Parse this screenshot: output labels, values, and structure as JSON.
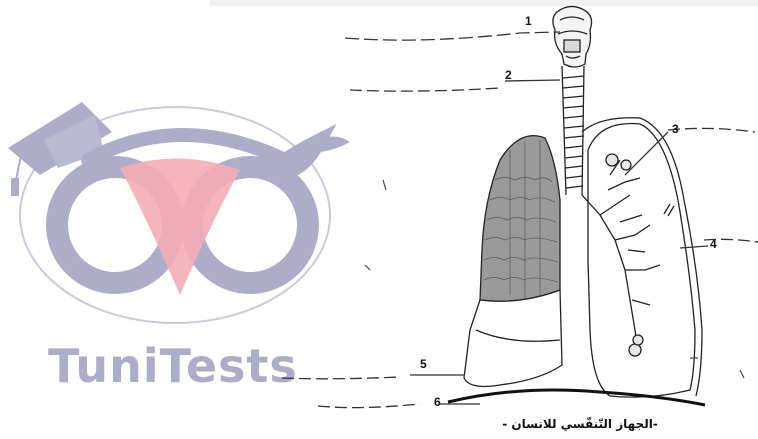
{
  "labels": [
    {
      "number": "1"
    },
    {
      "number": "2"
    },
    {
      "number": "3"
    },
    {
      "number": "4"
    },
    {
      "number": "5"
    },
    {
      "number": "6"
    }
  ],
  "caption": "-الجهاز التّنفّسي للانسان -",
  "watermark": {
    "text": "TuniTests",
    "primary_color": "#a9a9c7",
    "accent_color": "#f3a9b2"
  }
}
